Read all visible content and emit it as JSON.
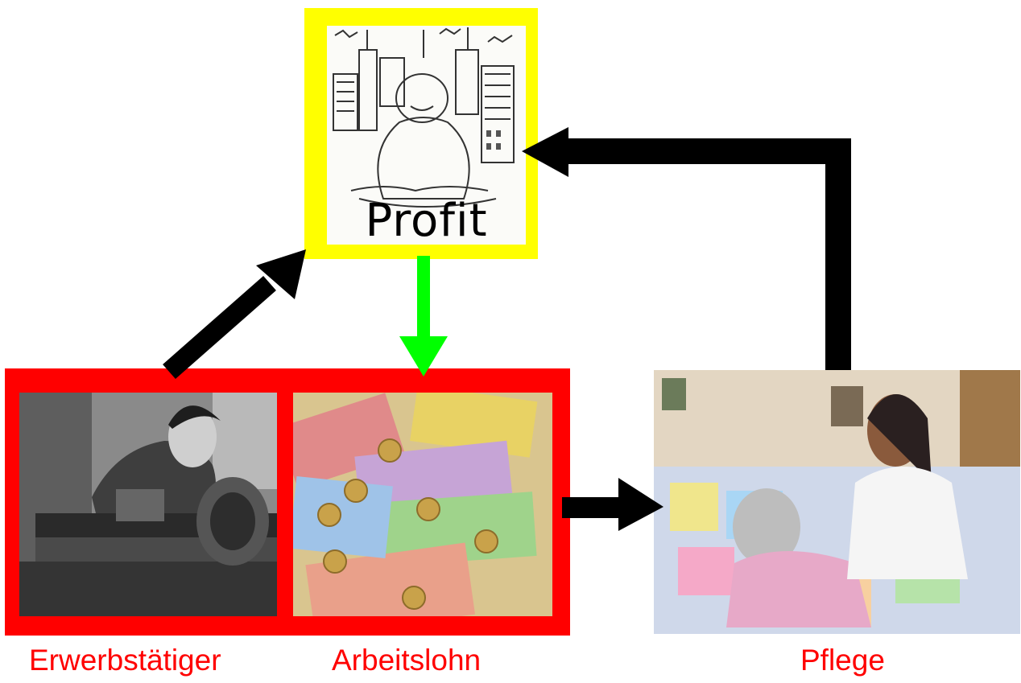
{
  "profit": {
    "label": "Profit",
    "frame_color": "#ffff00"
  },
  "nodes": {
    "worker_label": "Erwerbstätiger",
    "wage_label": "Arbeitslohn",
    "care_label": "Pflege"
  },
  "colors": {
    "group_frame": "#ff0000",
    "label_text": "#ff0000",
    "arrow_black": "#000000",
    "arrow_green": "#00ff00"
  },
  "icons": {
    "profit_image": "capitalist-sketch-image",
    "worker_image": "lathe-worker-photo",
    "money_image": "euro-banknotes-coins-photo",
    "care_image": "caregiver-elderly-woman-photo"
  }
}
